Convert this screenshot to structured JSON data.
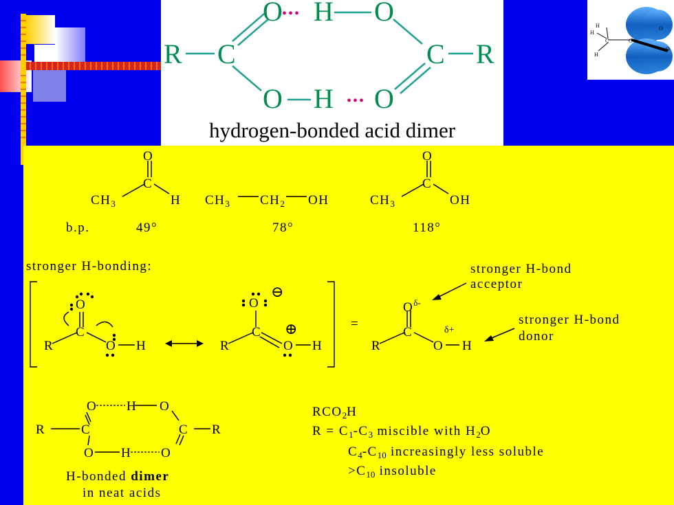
{
  "top_dimer": {
    "labels": {
      "r_left": "R",
      "c_left": "C",
      "o_top_left": "O",
      "dots_top": "•••",
      "h_top": "H",
      "o_top_right": "O",
      "c_right": "C",
      "r_right": "R",
      "o_bottom_left": "O",
      "h_bottom": "H",
      "dots_bottom": "•••",
      "o_bottom_right": "O"
    },
    "caption": "hydrogen-bonded acid dimer"
  },
  "thumbnail": {
    "labels": [
      "H",
      "H",
      "H",
      "C",
      "C",
      "O",
      "O"
    ]
  },
  "compounds": {
    "acetaldehyde": {
      "ch": "CH",
      "sub": "3",
      "o": "O",
      "c": "C",
      "h": "H",
      "bp": "49°"
    },
    "ethanol": {
      "ch3": "CH",
      "sub3": "3",
      "ch2": "CH",
      "sub2": "2",
      "oh": "OH",
      "bp": "78°"
    },
    "acetic_acid": {
      "ch": "CH",
      "sub": "3",
      "o": "O",
      "c": "C",
      "oh": "OH",
      "bp": "118°"
    },
    "bp_label": "b.p."
  },
  "hbond": {
    "heading": "stronger H-bonding:",
    "res1": {
      "o_top": "O",
      "c": "C",
      "r": "R",
      "o_low": "O",
      "h": "H"
    },
    "res2": {
      "o_top": "O",
      "c": "C",
      "r": "R",
      "o_low": "O",
      "h": "H",
      "minus": "⊖",
      "plus": "⊕"
    },
    "equals": "=",
    "res3": {
      "o_top": "O",
      "delta_minus": "δ-",
      "c": "C",
      "r": "R",
      "o_low": "O",
      "delta_plus": "δ+",
      "h": "H"
    },
    "acceptor_note": [
      "stronger H-bond",
      "acceptor"
    ],
    "donor_note": [
      "stronger H-bond",
      "donor"
    ]
  },
  "small_dimer": {
    "labels": {
      "o_tl": "O",
      "h_t": "H",
      "o_tr": "O",
      "r_l": "R",
      "c_l": "C",
      "c_r": "C",
      "r_r": "R",
      "o_bl": "O",
      "h_b": "H",
      "o_br": "O"
    },
    "caption_pre": "H-bonded ",
    "caption_bold": "dimer",
    "caption_line2": "in neat acids"
  },
  "solubility": {
    "formula": {
      "a": "RCO",
      "sub": "2",
      "b": "H"
    },
    "row1": {
      "a": "R = C",
      "s1": "1",
      "b": "-C",
      "s2": "3",
      "c": " miscible with H",
      "s3": "2",
      "d": "O"
    },
    "row2": {
      "a": "C",
      "s1": "4",
      "b": "-C",
      "s2": "10",
      "c": " increasingly less soluble"
    },
    "row3": {
      "a": ">C",
      "s1": "10",
      "b": "  insoluble"
    }
  },
  "colors": {
    "background": "#0000f0",
    "panel": "#ffff00",
    "green": "#008c50",
    "teal": "#20a090",
    "magenta": "#d0007a"
  }
}
